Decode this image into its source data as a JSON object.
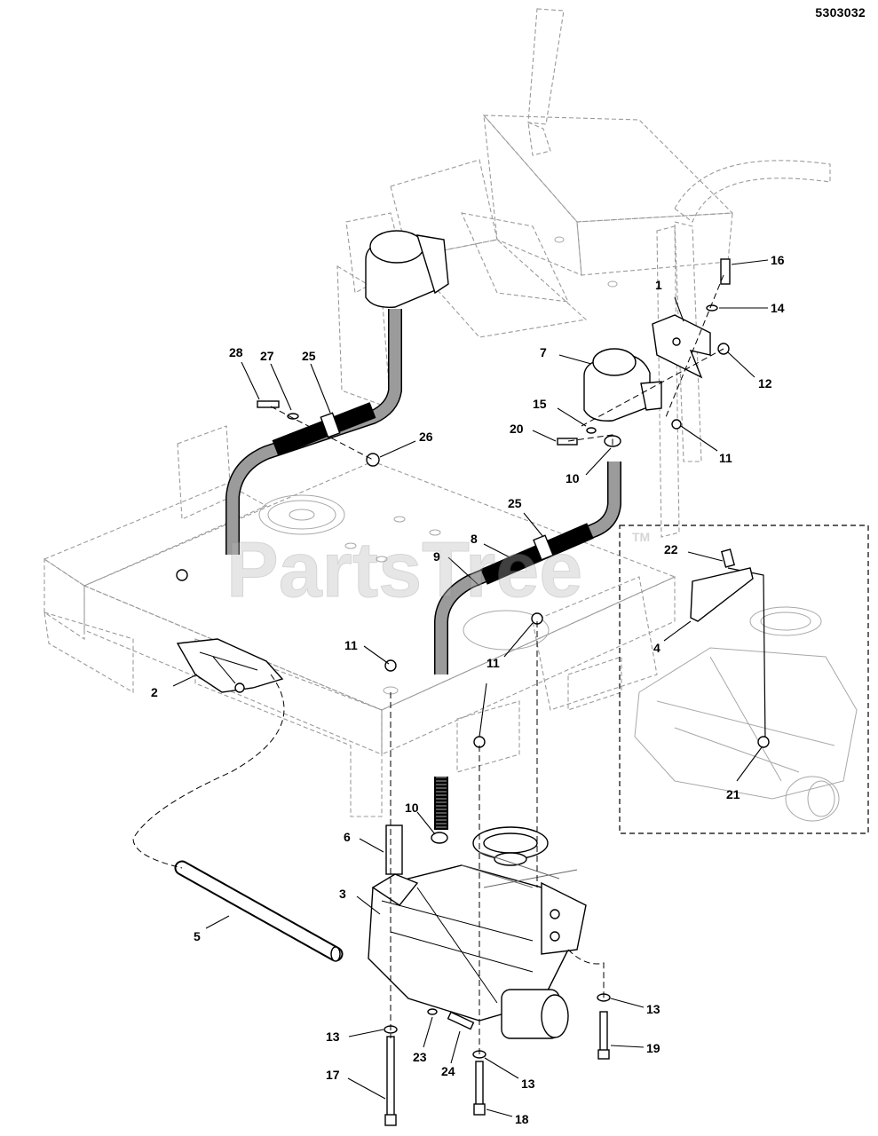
{
  "diagram_code": "5303032",
  "watermark": {
    "text": "PartsTree",
    "trademark": "TM"
  },
  "callouts": [
    {
      "id": "c1",
      "label": "1"
    },
    {
      "id": "c2",
      "label": "2"
    },
    {
      "id": "c3",
      "label": "3"
    },
    {
      "id": "c4",
      "label": "4"
    },
    {
      "id": "c5",
      "label": "5"
    },
    {
      "id": "c6",
      "label": "6"
    },
    {
      "id": "c7",
      "label": "7"
    },
    {
      "id": "c8",
      "label": "8"
    },
    {
      "id": "c9",
      "label": "9"
    },
    {
      "id": "c10a",
      "label": "10"
    },
    {
      "id": "c10b",
      "label": "10"
    },
    {
      "id": "c11a",
      "label": "11"
    },
    {
      "id": "c11b",
      "label": "11"
    },
    {
      "id": "c11c",
      "label": "11"
    },
    {
      "id": "c12",
      "label": "12"
    },
    {
      "id": "c13a",
      "label": "13"
    },
    {
      "id": "c13b",
      "label": "13"
    },
    {
      "id": "c13c",
      "label": "13"
    },
    {
      "id": "c14",
      "label": "14"
    },
    {
      "id": "c15",
      "label": "15"
    },
    {
      "id": "c16",
      "label": "16"
    },
    {
      "id": "c17",
      "label": "17"
    },
    {
      "id": "c18",
      "label": "18"
    },
    {
      "id": "c19",
      "label": "19"
    },
    {
      "id": "c20",
      "label": "20"
    },
    {
      "id": "c21",
      "label": "21"
    },
    {
      "id": "c22",
      "label": "22"
    },
    {
      "id": "c23",
      "label": "23"
    },
    {
      "id": "c24",
      "label": "24"
    },
    {
      "id": "c25a",
      "label": "25"
    },
    {
      "id": "c25b",
      "label": "25"
    },
    {
      "id": "c26",
      "label": "26"
    },
    {
      "id": "c27",
      "label": "27"
    },
    {
      "id": "c28",
      "label": "28"
    }
  ]
}
